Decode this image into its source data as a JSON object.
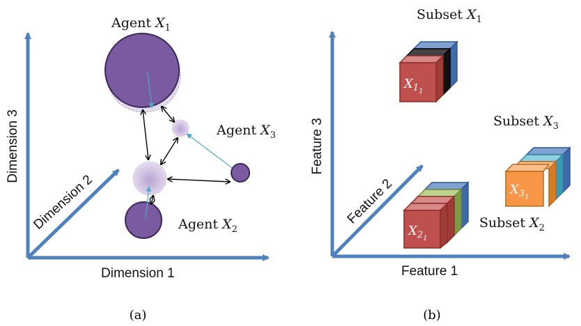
{
  "panel_a": {
    "caption": "(a)",
    "axes": {
      "dimension_1": "Dimension 1",
      "dimension_2": "Dimension 2",
      "dimension_3": "Dimension 3"
    },
    "agents": {
      "x1": {
        "prefix": "Agent",
        "var": "X",
        "sub": "1"
      },
      "x2": {
        "prefix": "Agent",
        "var": "X",
        "sub": "2"
      },
      "x3": {
        "prefix": "Agent",
        "var": "X",
        "sub": "3"
      }
    },
    "colors": {
      "axis": "#4f81bd",
      "agent_fill": "#7a5aa0",
      "agent_light": "#d6c9e6",
      "arrow_black": "#000000",
      "arrow_cyan": "#4bacc6"
    }
  },
  "panel_b": {
    "caption": "(b)",
    "axes": {
      "feature_1": "Feature 1",
      "feature_2": "Feature 2",
      "feature_3": "Feature 3"
    },
    "subsets": {
      "x1": {
        "prefix": "Subset",
        "var": "X",
        "sub": "1"
      },
      "x2": {
        "prefix": "Subset",
        "var": "X",
        "sub": "2"
      },
      "x3": {
        "prefix": "Subset",
        "var": "X",
        "sub": "3"
      }
    },
    "cube_labels": {
      "x11": {
        "var": "X",
        "sub": "1",
        "subsub": "1"
      },
      "x21": {
        "var": "X",
        "sub": "2",
        "subsub": "1"
      },
      "x31": {
        "var": "X",
        "sub": "3",
        "subsub": "1"
      }
    },
    "colors": {
      "axis": "#4f81bd",
      "red": "#c0504d",
      "black": "#111111",
      "blue": "#4f81bd",
      "green": "#9bbb59",
      "orange": "#f79646",
      "teal": "#4bacc6"
    }
  }
}
